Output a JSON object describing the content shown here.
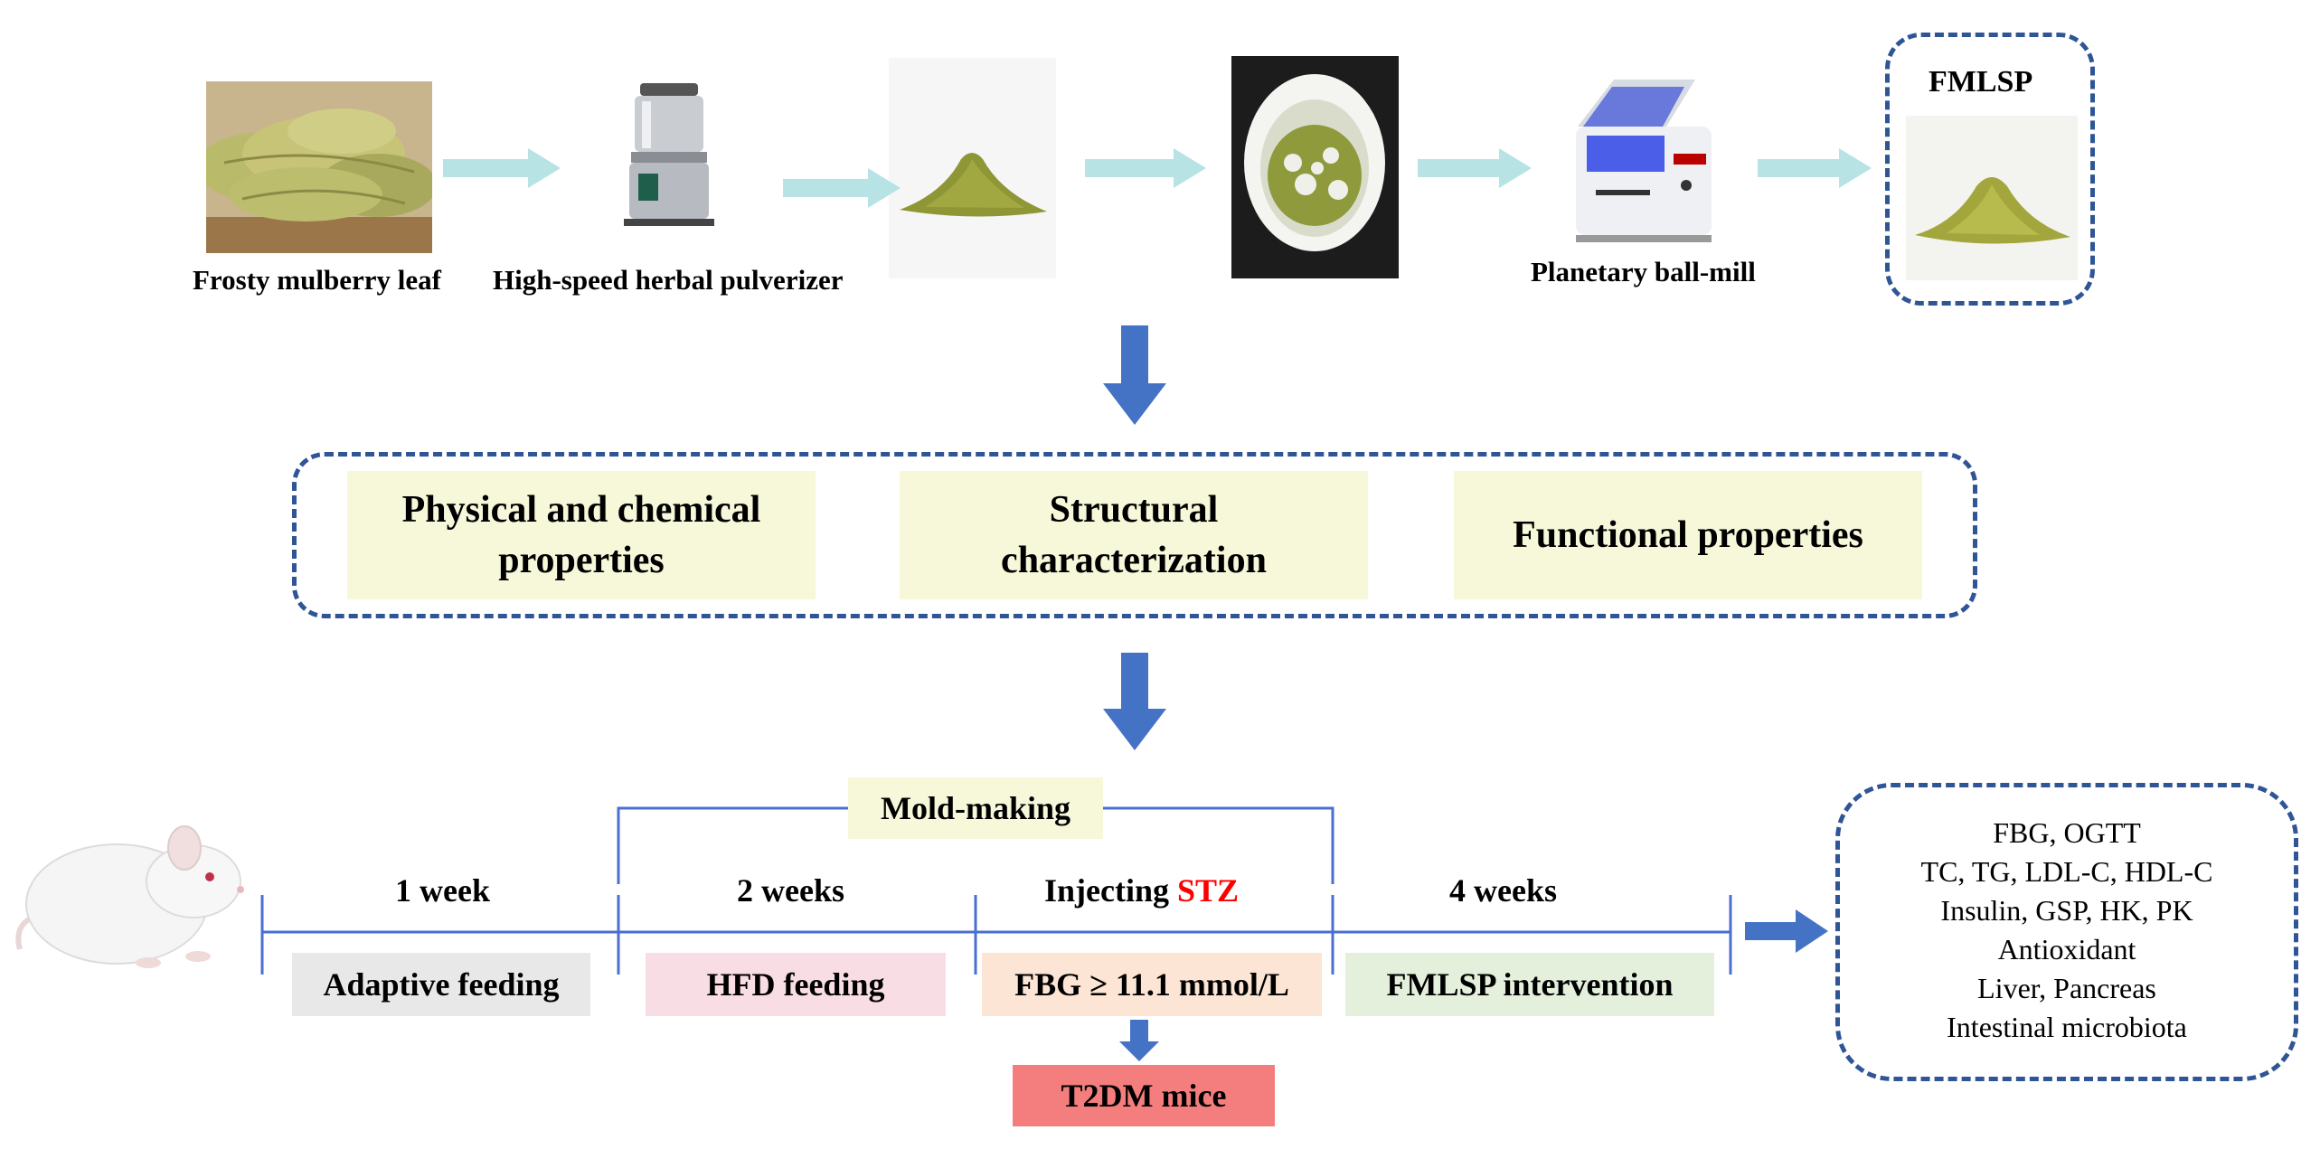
{
  "process": {
    "step1_label": "Frosty mulberry leaf",
    "step2_label": "High-speed herbal pulverizer",
    "step5_label": "Planetary ball-mill",
    "product_label": "FMLSP"
  },
  "analysis": {
    "box1": "Physical and chemical properties",
    "box2": "Structural characterization",
    "box3": "Functional properties"
  },
  "timeline": {
    "mold_making": "Mold-making",
    "week1": "1 week",
    "week2": "2 weeks",
    "injecting": "Injecting ",
    "stz": "STZ",
    "week4": "4 weeks",
    "adaptive": "Adaptive feeding",
    "hfd": "HFD feeding",
    "fbg": "FBG ≥ 11.1 mmol/L",
    "intervention": "FMLSP intervention",
    "t2dm": "T2DM mice"
  },
  "outcomes": [
    "FBG, OGTT",
    "TC, TG, LDL-C, HDL-C",
    "Insulin, GSP, HK, PK",
    "Antioxidant",
    "Liver, Pancreas",
    "Intestinal microbiota"
  ],
  "colors": {
    "arrow_light": "#b7e3e4",
    "arrow_blue": "#4472c4",
    "dash_border": "#2f5597",
    "timeline_line": "#4a6fd1",
    "yellow_box": "#f7f8da",
    "gray_box": "#e8e8e8",
    "pink_box": "#f9dde5",
    "peach_box": "#fce5d4",
    "green_box": "#e4f0dc",
    "red_box": "#f47d7d",
    "stz_red": "#ff0000"
  },
  "icons": [
    "mulberry-leaf-image",
    "pulverizer-image",
    "powder-image",
    "mortar-image",
    "ball-mill-image",
    "fmlsp-powder-image",
    "mouse-image"
  ]
}
